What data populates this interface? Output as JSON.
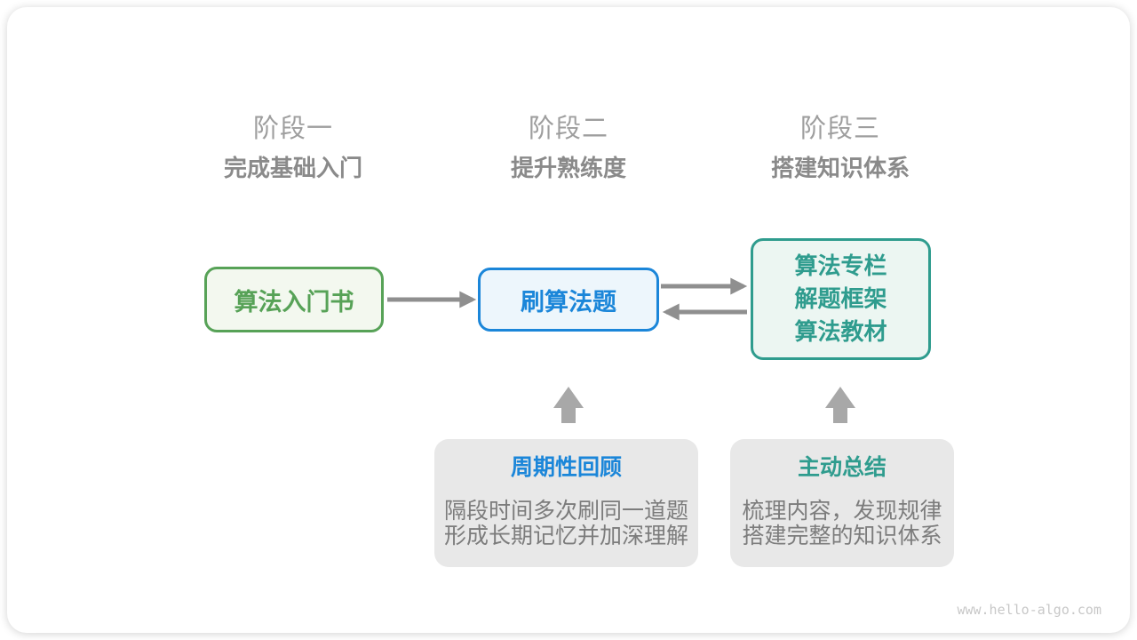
{
  "stages": [
    {
      "title": "阶段一",
      "subtitle": "完成基础入门"
    },
    {
      "title": "阶段二",
      "subtitle": "提升熟练度"
    },
    {
      "title": "阶段三",
      "subtitle": "搭建知识体系"
    }
  ],
  "flow": {
    "beginner_book": {
      "label": "算法入门书"
    },
    "practice": {
      "label": "刷算法题"
    },
    "advanced": {
      "lines": [
        "算法专栏",
        "解题框架",
        "算法教材"
      ]
    }
  },
  "notes": [
    {
      "title": "周期性回顾",
      "lines": [
        "隔段时间多次刷同一道题",
        "形成长期记忆并加深理解"
      ]
    },
    {
      "title": "主动总结",
      "lines": [
        "梳理内容，发现规律",
        "搭建完整的知识体系"
      ]
    }
  ],
  "watermark": "www.hello-algo.com",
  "colors": {
    "green": "#57a257",
    "green_bg": "#f3f8ef",
    "blue": "#1b86d9",
    "blue_bg": "#edf6fc",
    "teal": "#2f9c8e",
    "teal_bg": "#ecf6f2",
    "arrow_gray": "#8f8f8f",
    "block_arrow_gray": "#a8a8a8",
    "note_bg": "#e8e8e8",
    "note_text": "#7c7c7c",
    "stage_title": "#9e9e9e",
    "stage_subtitle": "#8a8a8a",
    "watermark": "#c8c8c8"
  }
}
